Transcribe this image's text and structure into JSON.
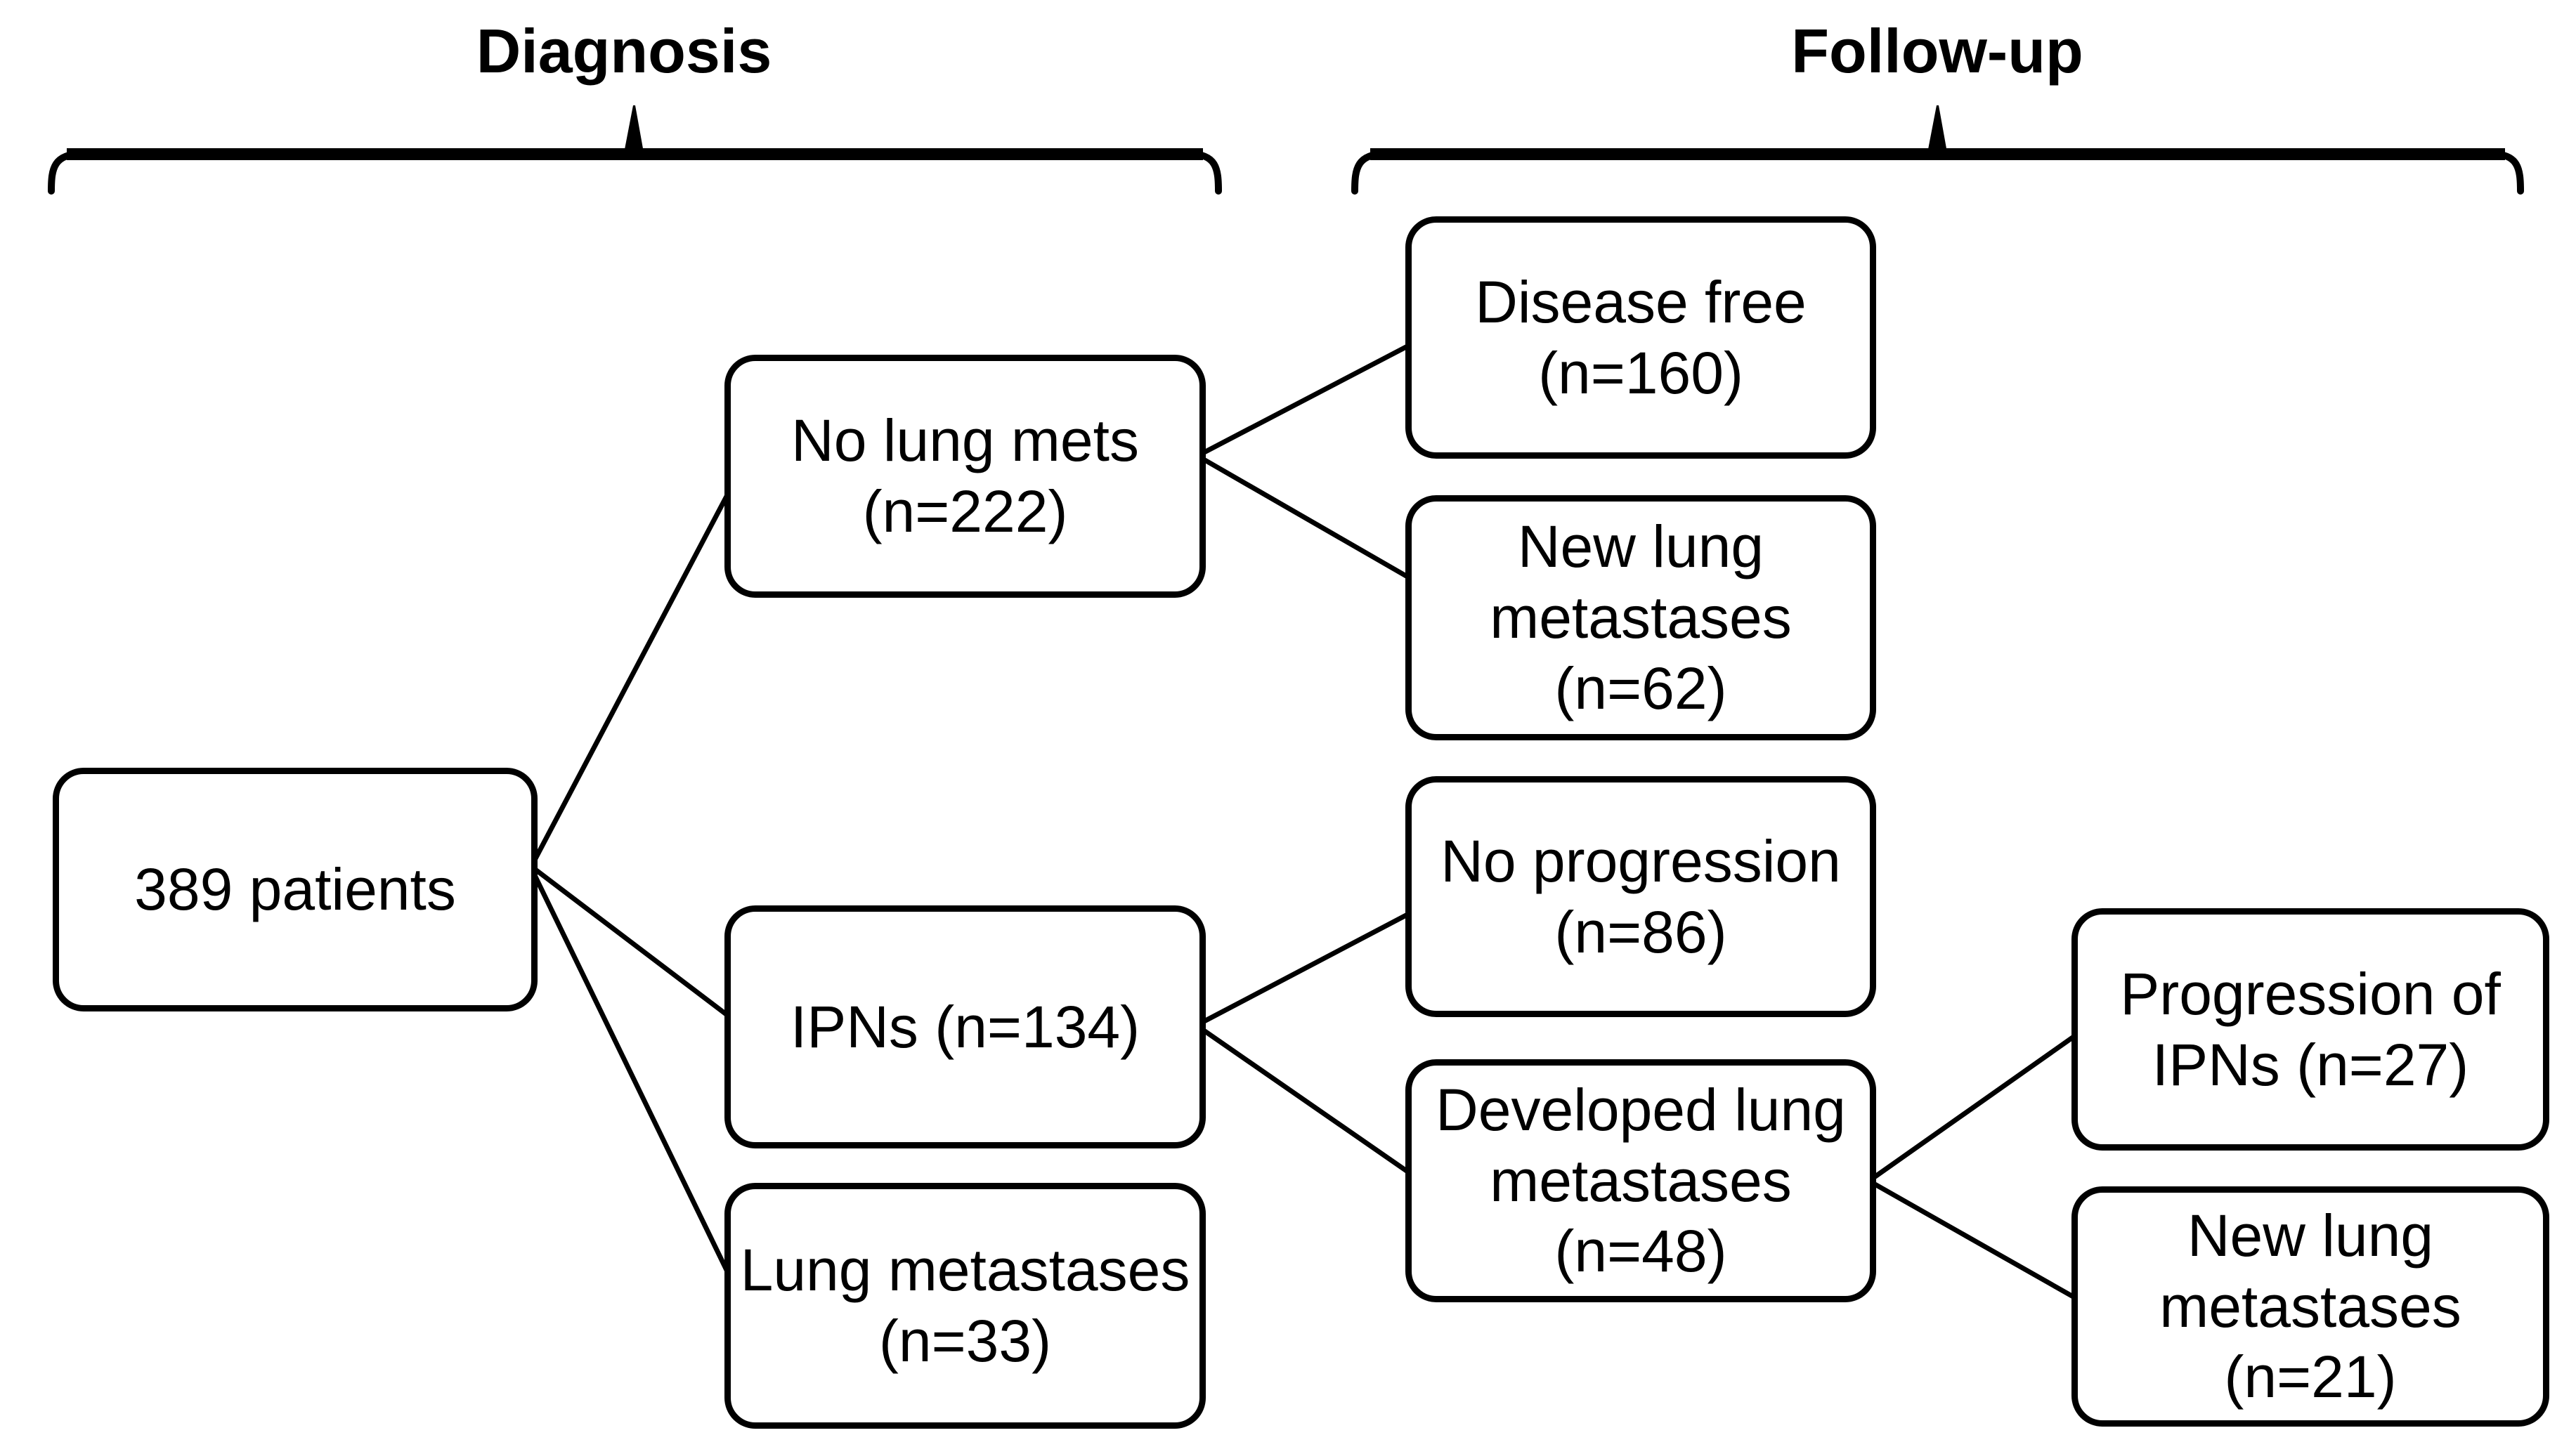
{
  "figure": {
    "background_color": "#ffffff",
    "line_color": "#000000",
    "text_color": "#000000"
  },
  "headers": {
    "diagnosis": "Diagnosis",
    "followup": "Follow-up"
  },
  "nodes": {
    "patients": {
      "label": "389 patients",
      "n": 389
    },
    "no_lung_mets": {
      "label": "No lung mets\n(n=222)",
      "n": 222
    },
    "ipns": {
      "label": "IPNs (n=134)",
      "n": 134
    },
    "lung_mets": {
      "label": "Lung metastases\n(n=33)",
      "n": 33
    },
    "disease_free": {
      "label": "Disease free\n(n=160)",
      "n": 160
    },
    "new_lung_mets_fu": {
      "label": "New lung\nmetastases\n(n=62)",
      "n": 62
    },
    "no_progression": {
      "label": "No progression\n(n=86)",
      "n": 86
    },
    "developed_lung_mets": {
      "label": "Developed lung\nmetastases\n(n=48)",
      "n": 48
    },
    "progression_ipns": {
      "label": "Progression of\nIPNs (n=27)",
      "n": 27
    },
    "new_lung_mets_late": {
      "label": "New lung\nmetastases\n(n=21)",
      "n": 21
    }
  },
  "edges": [
    {
      "from": "patients",
      "to": "no_lung_mets"
    },
    {
      "from": "patients",
      "to": "ipns"
    },
    {
      "from": "patients",
      "to": "lung_mets"
    },
    {
      "from": "no_lung_mets",
      "to": "disease_free"
    },
    {
      "from": "no_lung_mets",
      "to": "new_lung_mets_fu"
    },
    {
      "from": "ipns",
      "to": "no_progression"
    },
    {
      "from": "ipns",
      "to": "developed_lung_mets"
    },
    {
      "from": "developed_lung_mets",
      "to": "progression_ipns"
    },
    {
      "from": "developed_lung_mets",
      "to": "new_lung_mets_late"
    }
  ]
}
